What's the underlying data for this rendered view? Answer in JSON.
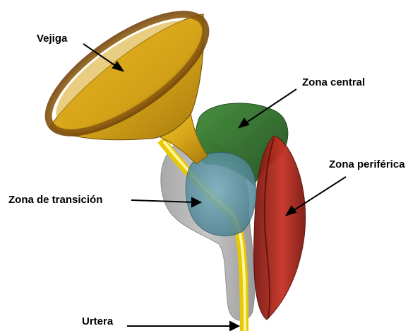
{
  "labels": {
    "bladder": "Vejiga",
    "central_zone": "Zona central",
    "peripheral_zone": "Zona periférica",
    "transition_zone": "Zona de transición",
    "urethra": "Urtera"
  },
  "colors": {
    "bladder": "#d9a81a",
    "central_zone": "#2f6b2a",
    "peripheral_zone": "#b02a1e",
    "transition_zone": "#5a8fa0",
    "gland_body": "#b9b9b9",
    "urethra": "#ffe600"
  }
}
